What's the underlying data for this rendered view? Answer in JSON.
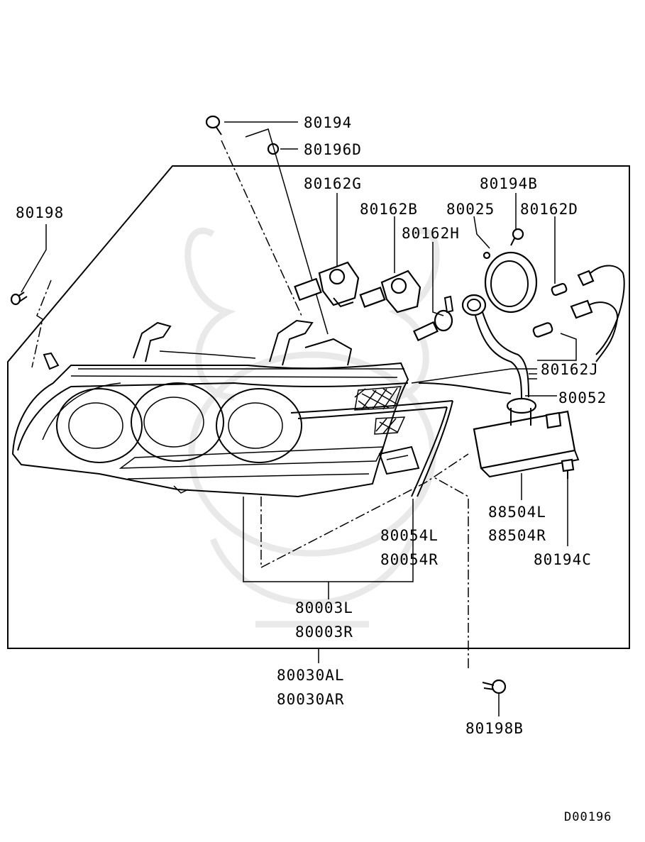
{
  "diagram": {
    "code": "D00196",
    "labels": {
      "p80194": "80194",
      "p80196D": "80196D",
      "p80198": "80198",
      "p80162G": "80162G",
      "p80194B": "80194B",
      "p80162B": "80162B",
      "p80025": "80025",
      "p80162D": "80162D",
      "p80162H": "80162H",
      "p80162J": "80162J",
      "p80052": "80052",
      "p88504L": "88504L",
      "p88504R": "88504R",
      "p80194C": "80194C",
      "p80054L": "80054L",
      "p80054R": "80054R",
      "p80003L": "80003L",
      "p80003R": "80003R",
      "p80030AL": "80030AL",
      "p80030AR": "80030AR",
      "p80198B": "80198B"
    }
  }
}
